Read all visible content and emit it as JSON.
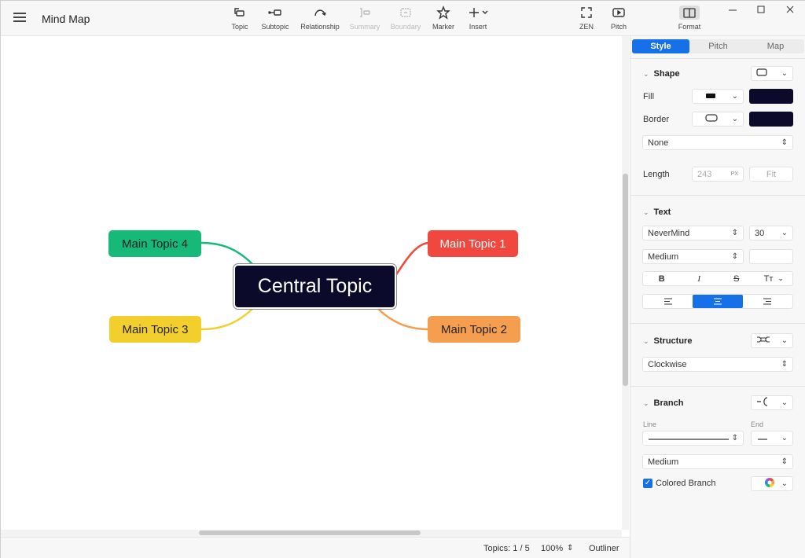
{
  "app": {
    "title": "Mind Map"
  },
  "toolbar": {
    "topic": "Topic",
    "subtopic": "Subtopic",
    "relationship": "Relationship",
    "summary": "Summary",
    "boundary": "Boundary",
    "marker": "Marker",
    "insert": "Insert",
    "zen": "ZEN",
    "pitch": "Pitch",
    "format": "Format"
  },
  "map": {
    "central": "Central Topic",
    "topics": [
      {
        "label": "Main Topic 1",
        "color": "#f0473f"
      },
      {
        "label": "Main Topic 2",
        "color": "#f59e4f"
      },
      {
        "label": "Main Topic 3",
        "color": "#f2cf2c"
      },
      {
        "label": "Main Topic 4",
        "color": "#17b978"
      }
    ]
  },
  "status": {
    "topics": "Topics: 1 / 5",
    "zoom": "100%",
    "outliner": "Outliner"
  },
  "panel": {
    "tabs": [
      "Style",
      "Pitch",
      "Map"
    ],
    "shape": {
      "title": "Shape",
      "fill_label": "Fill",
      "fill_color": "#0b0a2a",
      "border_label": "Border",
      "border_color": "#0b0a2a",
      "line_style": "None",
      "length_label": "Length",
      "length_placeholder": "243",
      "length_unit": "PX",
      "fit": "Fit"
    },
    "text": {
      "title": "Text",
      "font": "NeverMind",
      "size": "30",
      "weight": "Medium",
      "bold": "B",
      "italic": "I",
      "strike": "S",
      "case": "Tт"
    },
    "structure": {
      "title": "Structure",
      "value": "Clockwise"
    },
    "branch": {
      "title": "Branch",
      "line_label": "Line",
      "end_label": "End",
      "thickness": "Medium",
      "colored_label": "Colored Branch"
    }
  }
}
